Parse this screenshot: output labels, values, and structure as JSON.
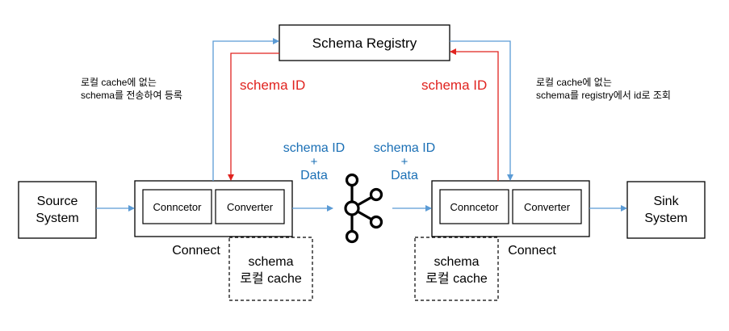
{
  "registry": {
    "label": "Schema Registry"
  },
  "source": {
    "line1": "Source",
    "line2": "System"
  },
  "sink": {
    "line1": "Sink",
    "line2": "System"
  },
  "connect_left": {
    "label": "Connect",
    "connector": "Conncetor",
    "converter": "Converter",
    "cache_line1": "schema",
    "cache_line2": "로컬 cache"
  },
  "connect_right": {
    "label": "Connect",
    "connector": "Conncetor",
    "converter": "Converter",
    "cache_line1": "schema",
    "cache_line2": "로컬 cache"
  },
  "edges": {
    "left_schema_id": "schema ID",
    "right_schema_id": "schema ID",
    "left_payload_line1": "schema ID",
    "left_payload_line2": "+",
    "left_payload_line3": "Data",
    "right_payload_line1": "schema ID",
    "right_payload_line2": "+",
    "right_payload_line3": "Data"
  },
  "notes": {
    "left_line1": "로컬 cache에 없는",
    "left_line2": "schema를 전송하여 등록",
    "right_line1": "로컬 cache에 없는",
    "right_line2": "schema를 registry에서 id로 조회"
  },
  "kafka": {
    "icon": "kafka-icon"
  },
  "colors": {
    "blue": "#1a6fb5",
    "red": "#e0231f",
    "arrow_blue": "#5b9bd5"
  }
}
